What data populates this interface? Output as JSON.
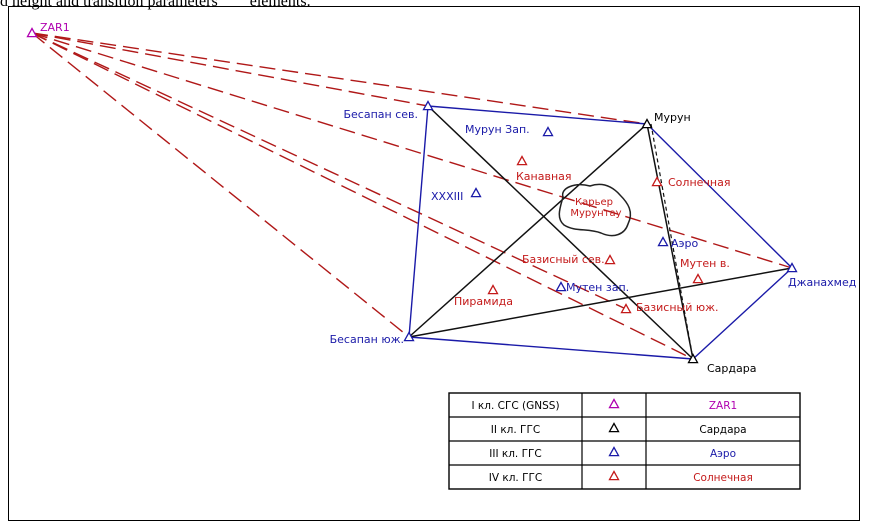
{
  "caption": "d height and transition parameters        elements.",
  "colors": {
    "class1": "#b000b0",
    "class2": "#000000",
    "class3": "#1a1aa8",
    "class4": "#c41a1a",
    "rays": "#b01818"
  },
  "points": [
    {
      "id": "zar1",
      "label": "ZAR1",
      "class": "class1"
    },
    {
      "id": "besapan_sev",
      "label": "Бесапан сев.",
      "class": "class3"
    },
    {
      "id": "murun",
      "label": "Мурун",
      "class": "class2"
    },
    {
      "id": "murun_zap",
      "label": "Мурун Зап.",
      "class": "class3"
    },
    {
      "id": "kanavnaya",
      "label": "Канавная",
      "class": "class4"
    },
    {
      "id": "solnechnaya",
      "label": "Солнечная",
      "class": "class4"
    },
    {
      "id": "xxxiii",
      "label": "XXXIII",
      "class": "class3"
    },
    {
      "id": "aero",
      "label": "Аэро",
      "class": "class3"
    },
    {
      "id": "bazisny_sev",
      "label": "Базисный сев.",
      "class": "class4"
    },
    {
      "id": "muten_v",
      "label": "Мутен в.",
      "class": "class4"
    },
    {
      "id": "dzhanakhmed",
      "label": "Джанахмед",
      "class": "class3"
    },
    {
      "id": "piramida",
      "label": "Пирамида",
      "class": "class4"
    },
    {
      "id": "muten_zap",
      "label": "Мутен зап.",
      "class": "class3"
    },
    {
      "id": "bazisny_yuzh",
      "label": "Базисный юж.",
      "class": "class4"
    },
    {
      "id": "besapan_yuzh",
      "label": "Бесапан юж.",
      "class": "class3"
    },
    {
      "id": "sardara",
      "label": "Сардара",
      "class": "class2"
    }
  ],
  "quarry": {
    "line1": "Карьер",
    "line2": "Мурунтау"
  },
  "legend": [
    {
      "label": "I  кл.  СГС  (GNSS)",
      "example": "ZAR1",
      "class": "class1"
    },
    {
      "label": "II  кл.  ГГС",
      "example": "Сардара",
      "class": "class2"
    },
    {
      "label": "III  кл.  ГГС",
      "example": "Аэро",
      "class": "class3"
    },
    {
      "label": "IV  кл.  ГГС",
      "example": "Солнечная",
      "class": "class4"
    }
  ]
}
